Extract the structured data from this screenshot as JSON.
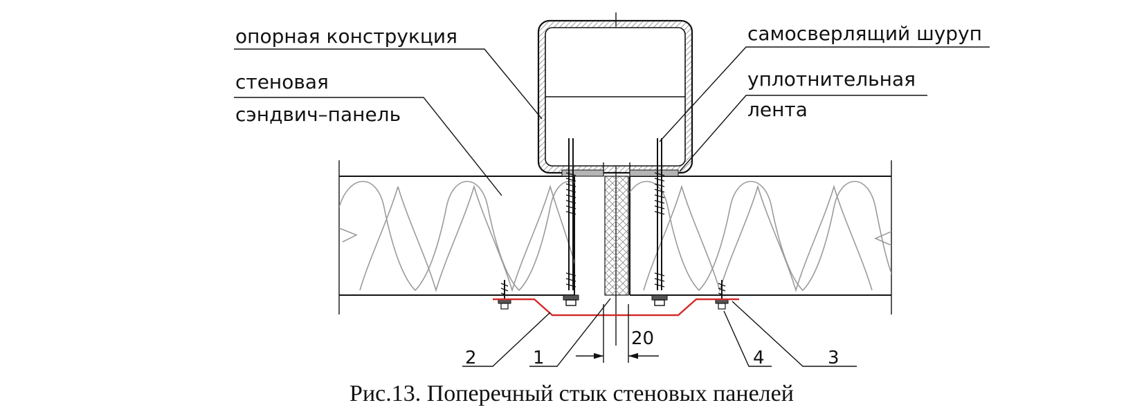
{
  "labels": {
    "support_structure": "опорная конструкция",
    "sandwich_panel_line1": "стеновая",
    "sandwich_panel_line2": "сэндвич–панель",
    "self_drilling_screw": "самосверлящий шуруп",
    "sealing_tape_line1": "уплотнительная",
    "sealing_tape_line2": "лента"
  },
  "callouts": [
    "1",
    "2",
    "3",
    "4"
  ],
  "dimension": "20",
  "caption": "Рис.13. Поперечный стык стеновых панелей",
  "colors": {
    "line": "#111111",
    "insulation": "#9a9a9a",
    "flashing": "#d42a2a",
    "filler": "#bdbdbd"
  }
}
